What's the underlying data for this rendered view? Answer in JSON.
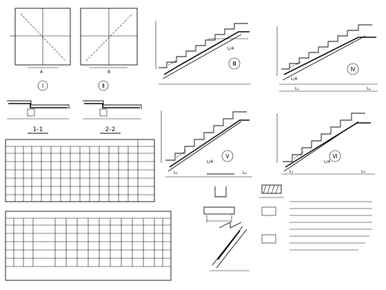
{
  "labels": {
    "plan1": "Ⅰ",
    "plan2": "Ⅱ",
    "sec11": "1-1",
    "sec22": "2-2",
    "stair3": "Ⅲ",
    "stair4": "Ⅳ",
    "stair5": "Ⅴ",
    "stair6": "Ⅵ",
    "dimA": "A",
    "dimB": "B",
    "L4": "L/4",
    "L1": "L₁",
    "L2": "L₂"
  }
}
